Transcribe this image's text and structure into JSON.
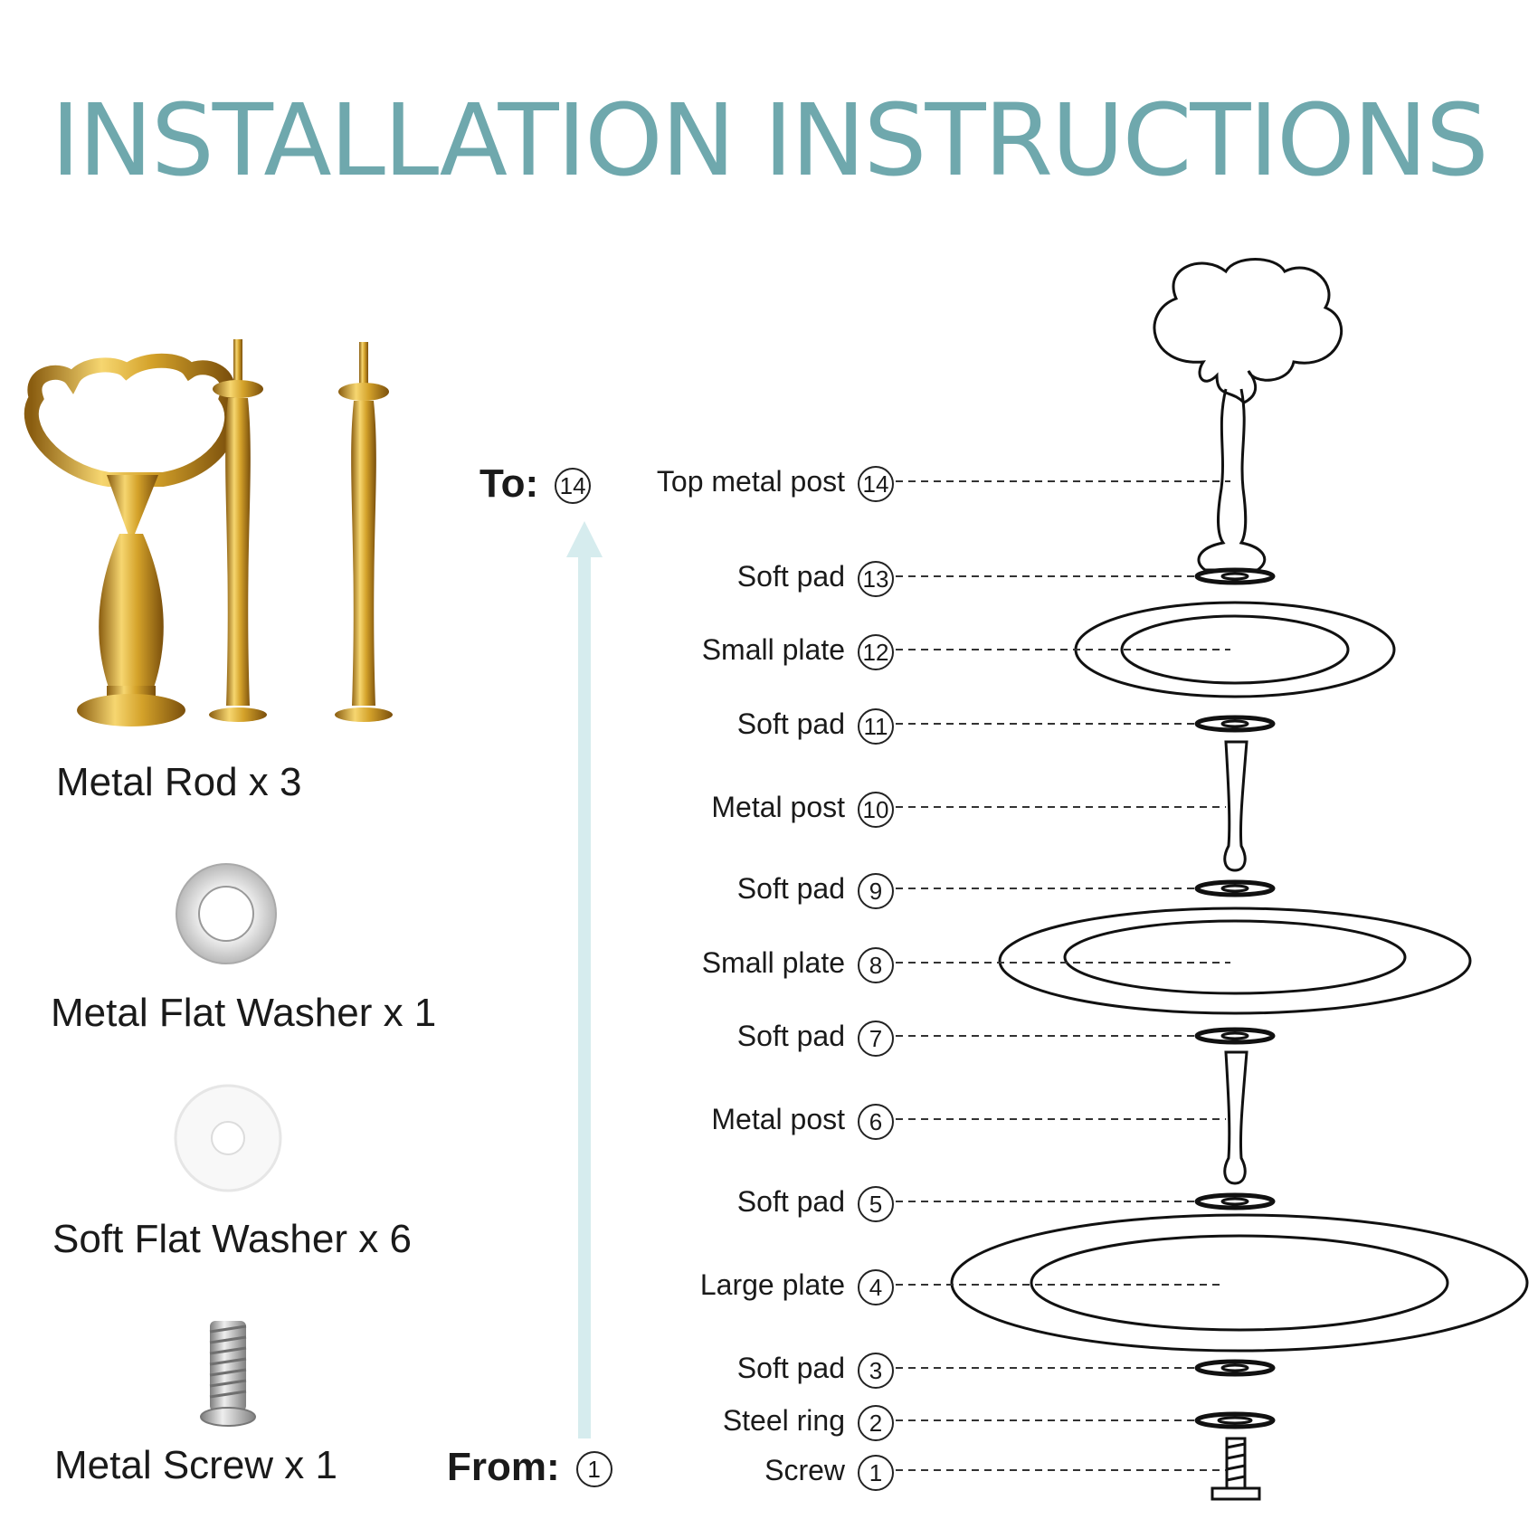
{
  "title": "INSTALLATION INSTRUCTIONS",
  "parts": [
    {
      "label": "Metal Rod x 3"
    },
    {
      "label": "Metal Flat Washer x 1"
    },
    {
      "label": "Soft Flat Washer x 6"
    },
    {
      "label": "Metal Screw x 1"
    }
  ],
  "flow": {
    "to_label": "To:",
    "to_num": "14",
    "from_label": "From:",
    "from_num": "1"
  },
  "steps": [
    {
      "num": "14",
      "label": "Top metal post"
    },
    {
      "num": "13",
      "label": "Soft pad"
    },
    {
      "num": "12",
      "label": "Small plate"
    },
    {
      "num": "11",
      "label": "Soft pad"
    },
    {
      "num": "10",
      "label": "Metal post"
    },
    {
      "num": "9",
      "label": "Soft pad"
    },
    {
      "num": "8",
      "label": "Small plate"
    },
    {
      "num": "7",
      "label": "Soft pad"
    },
    {
      "num": "6",
      "label": "Metal post"
    },
    {
      "num": "5",
      "label": "Soft pad"
    },
    {
      "num": "4",
      "label": "Large plate"
    },
    {
      "num": "3",
      "label": "Soft pad"
    },
    {
      "num": "2",
      "label": "Steel ring"
    },
    {
      "num": "1",
      "label": "Screw"
    }
  ],
  "colors": {
    "title": "#6fa8ad",
    "arrow": "#d6ecee",
    "gold": "#d4a22a"
  }
}
